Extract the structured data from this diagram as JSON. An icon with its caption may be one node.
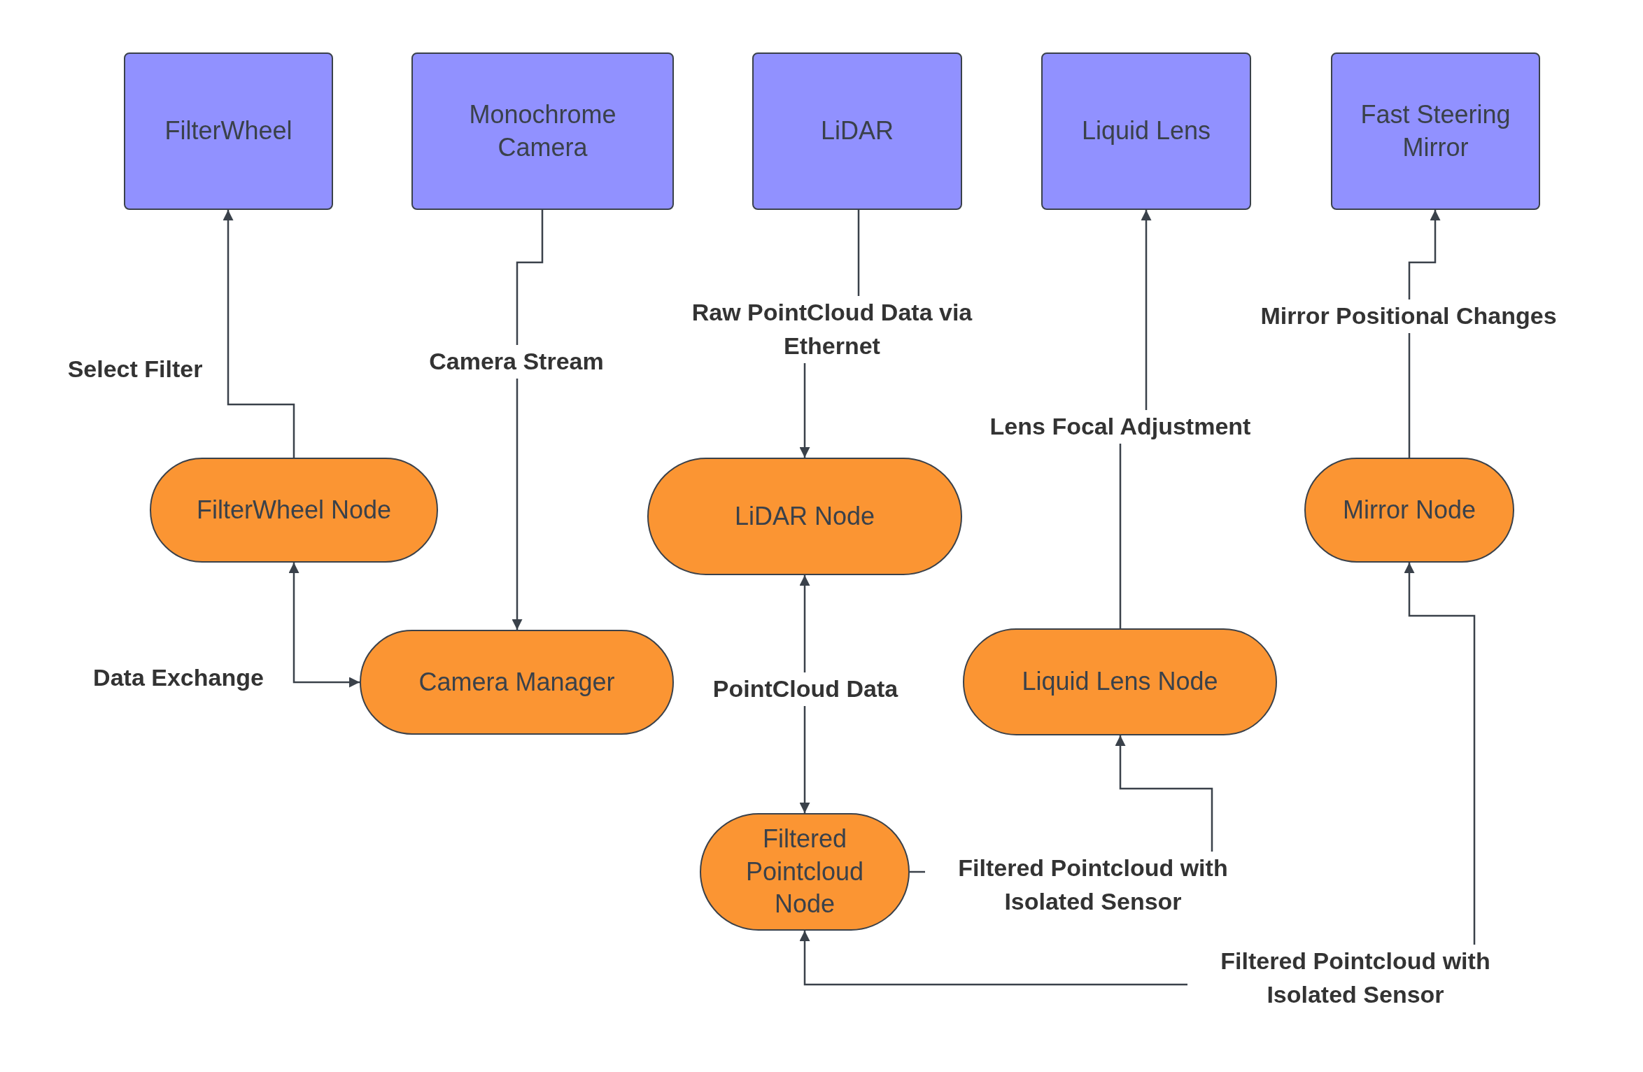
{
  "diagram": {
    "nodes": [
      {
        "text": [
          "FilterWheel"
        ]
      },
      {
        "text": [
          "Monochrome Camera"
        ]
      },
      {
        "text": [
          "LiDAR"
        ]
      },
      {
        "text": [
          "Liquid Lens"
        ]
      },
      {
        "text": [
          "Fast Steering Mirror"
        ]
      },
      {
        "text": [
          "FilterWheel Node"
        ]
      },
      {
        "text": [
          "Camera Manager"
        ]
      },
      {
        "text": [
          "LiDAR Node"
        ]
      },
      {
        "text": [
          "Liquid Lens Node"
        ]
      },
      {
        "text": [
          "Mirror Node"
        ]
      },
      {
        "text": [
          "Filtered Pointcloud Node"
        ]
      }
    ],
    "edges": [
      {
        "from": 5,
        "to": 0,
        "arrow": "to",
        "label": "Select Filter"
      },
      {
        "from": 1,
        "to": 6,
        "arrow": "to",
        "label": "Camera Stream"
      },
      {
        "from": 2,
        "to": 7,
        "arrow": "to",
        "label": "Raw PointCloud Data via Ethernet"
      },
      {
        "from": 8,
        "to": 3,
        "arrow": "to",
        "label": "Lens Focal Adjustment"
      },
      {
        "from": 9,
        "to": 4,
        "arrow": "to",
        "label": "Mirror Positional Changes"
      },
      {
        "from": 5,
        "to": 6,
        "arrow": "both",
        "label": "Data Exchange"
      },
      {
        "from": 7,
        "to": 10,
        "arrow": "both",
        "label": "PointCloud Data"
      },
      {
        "from": 10,
        "to": 8,
        "arrow": "to",
        "label": "Filtered Pointcloud with Isolated Sensor"
      },
      {
        "from": 10,
        "to": 9,
        "arrow": "both",
        "label": "Filtered Pointcloud with Isolated Sensor"
      }
    ]
  }
}
